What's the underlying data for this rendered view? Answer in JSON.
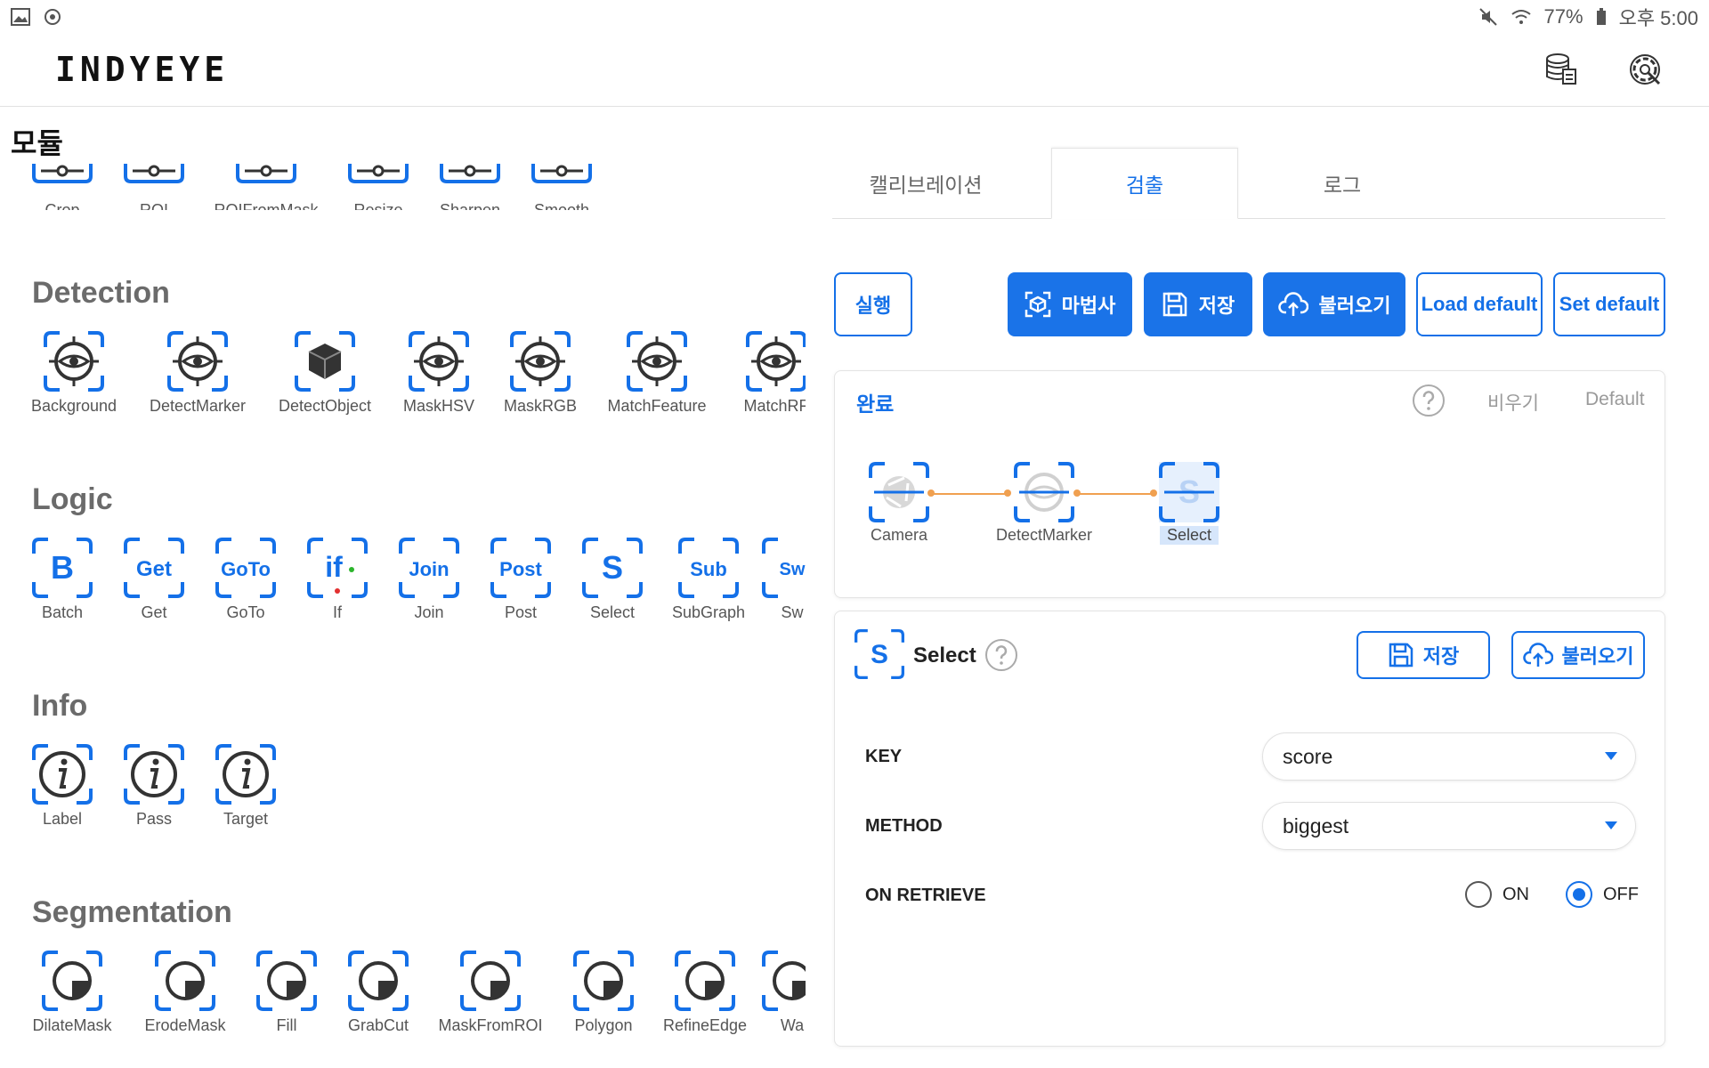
{
  "status_bar": {
    "battery": "77%",
    "time": "오후 5:00"
  },
  "app": {
    "logo": "INDYEYE"
  },
  "module": {
    "title": "모듈",
    "top_row": [
      "Crop",
      "ROI",
      "ROIFromMask",
      "Resize",
      "Sharpen",
      "Smooth"
    ],
    "detection": {
      "title": "Detection",
      "items": [
        "Background",
        "DetectMarker",
        "DetectObject",
        "MaskHSV",
        "MaskRGB",
        "MatchFeature",
        "MatchRF"
      ]
    },
    "logic": {
      "title": "Logic",
      "items": [
        {
          "icon": "B",
          "label": "Batch"
        },
        {
          "icon": "Get",
          "label": "Get"
        },
        {
          "icon": "GoTo",
          "label": "GoTo"
        },
        {
          "icon": "if",
          "label": "If"
        },
        {
          "icon": "Join",
          "label": "Join"
        },
        {
          "icon": "Post",
          "label": "Post"
        },
        {
          "icon": "S",
          "label": "Select"
        },
        {
          "icon": "Sub",
          "label": "SubGraph"
        },
        {
          "icon": "Sw",
          "label": "Sw"
        }
      ]
    },
    "info": {
      "title": "Info",
      "items": [
        "Label",
        "Pass",
        "Target"
      ]
    },
    "segmentation": {
      "title": "Segmentation",
      "items": [
        "DilateMask",
        "ErodeMask",
        "Fill",
        "GrabCut",
        "MaskFromROI",
        "Polygon",
        "RefineEdge",
        "Wa"
      ]
    }
  },
  "tabs": [
    "캘리브레이션",
    "검출",
    "로그"
  ],
  "toolbar": {
    "run": "실행",
    "wizard": "마법사",
    "save": "저장",
    "load": "불러오기",
    "load_default": "Load default",
    "set_default": "Set default"
  },
  "pipeline": {
    "status": "완료",
    "clear": "비우기",
    "default": "Default",
    "nodes": [
      "Camera",
      "DetectMarker",
      "Select"
    ]
  },
  "detail": {
    "icon": "S",
    "title": "Select",
    "save": "저장",
    "load": "불러오기",
    "key_label": "KEY",
    "key_value": "score",
    "method_label": "METHOD",
    "method_value": "biggest",
    "retrieve_label": "ON RETRIEVE",
    "on_label": "ON",
    "off_label": "OFF",
    "selected": "OFF"
  },
  "colors": {
    "accent": "#1470e8",
    "flow_line": "#f0a050"
  }
}
